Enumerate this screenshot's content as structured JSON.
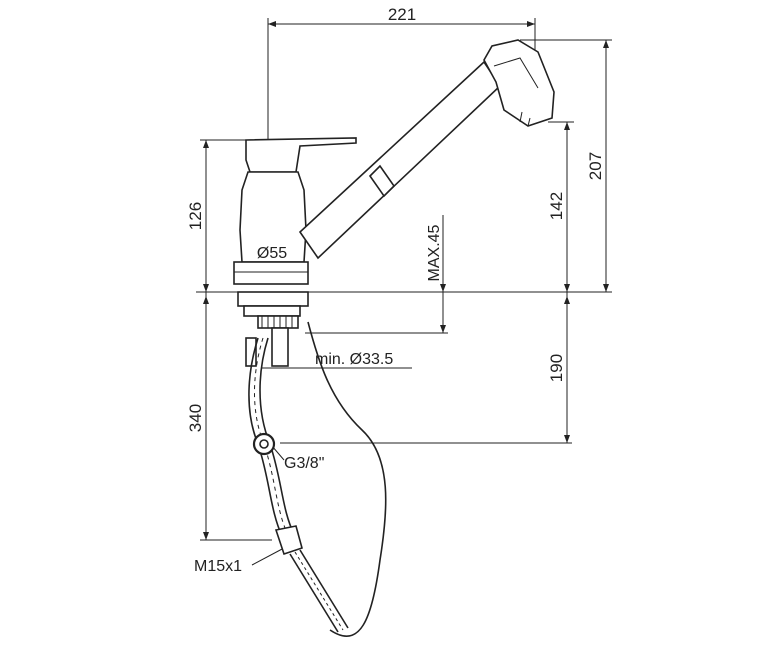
{
  "dimensions": {
    "width_top": "221",
    "height_spout_total": "207",
    "height_spout": "142",
    "height_body": "126",
    "max_deck": "MAX.45",
    "body_diameter": "Ø55",
    "hole_diameter": "min. Ø33.5",
    "depth_connection": "190",
    "hose_length": "340",
    "thread_connection": "G3/8\"",
    "thread_hose": "M15x1"
  },
  "colors": {
    "line": "#222222",
    "background": "#ffffff"
  }
}
